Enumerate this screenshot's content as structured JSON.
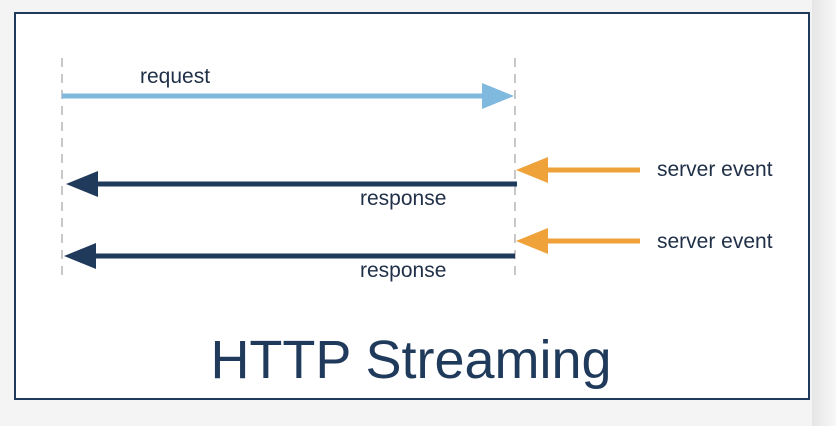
{
  "diagram": {
    "title": "HTTP Streaming",
    "labels": {
      "request": "request",
      "response_1": "response",
      "response_2": "response",
      "server_event_1": "server event",
      "server_event_2": "server event"
    },
    "colors": {
      "frame": "#1f3a5b",
      "request_arrow": "#7fb9dd",
      "response_arrow": "#1f3a5b",
      "server_event_arrow": "#f0a23a",
      "lifeline": "#c8c8c8",
      "text": "#1f2f48"
    }
  }
}
